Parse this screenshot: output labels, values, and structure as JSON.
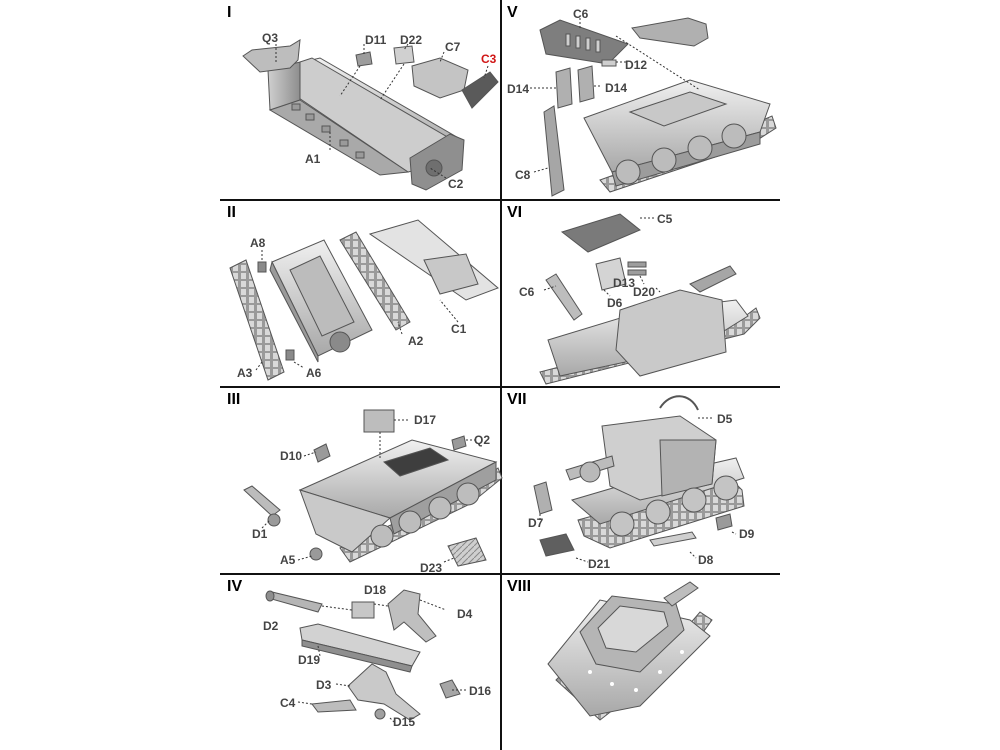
{
  "steps": [
    {
      "numeral": "I",
      "labels": [
        {
          "id": "q3",
          "text": "Q3"
        },
        {
          "id": "d11",
          "text": "D11"
        },
        {
          "id": "d22",
          "text": "D22"
        },
        {
          "id": "c7",
          "text": "C7"
        },
        {
          "id": "c3",
          "text": "C3",
          "highlight": true
        },
        {
          "id": "a1",
          "text": "A1"
        },
        {
          "id": "c2",
          "text": "C2"
        }
      ]
    },
    {
      "numeral": "II",
      "labels": [
        {
          "id": "a8",
          "text": "A8"
        },
        {
          "id": "a2",
          "text": "A2"
        },
        {
          "id": "c1",
          "text": "C1"
        },
        {
          "id": "a3",
          "text": "A3"
        },
        {
          "id": "a6",
          "text": "A6"
        }
      ]
    },
    {
      "numeral": "III",
      "labels": [
        {
          "id": "d17",
          "text": "D17"
        },
        {
          "id": "q2",
          "text": "Q2"
        },
        {
          "id": "d10",
          "text": "D10"
        },
        {
          "id": "d1",
          "text": "D1"
        },
        {
          "id": "a5",
          "text": "A5"
        },
        {
          "id": "d23",
          "text": "D23"
        }
      ]
    },
    {
      "numeral": "IV",
      "labels": [
        {
          "id": "d18",
          "text": "D18"
        },
        {
          "id": "d2",
          "text": "D2"
        },
        {
          "id": "d4",
          "text": "D4"
        },
        {
          "id": "d19",
          "text": "D19"
        },
        {
          "id": "d3",
          "text": "D3"
        },
        {
          "id": "d16",
          "text": "D16"
        },
        {
          "id": "c4",
          "text": "C4"
        },
        {
          "id": "d15",
          "text": "D15"
        }
      ]
    },
    {
      "numeral": "V",
      "labels": [
        {
          "id": "c6",
          "text": "C6"
        },
        {
          "id": "d12",
          "text": "D12"
        },
        {
          "id": "d14a",
          "text": "D14"
        },
        {
          "id": "d14b",
          "text": "D14"
        },
        {
          "id": "c8",
          "text": "C8"
        }
      ]
    },
    {
      "numeral": "VI",
      "labels": [
        {
          "id": "c5",
          "text": "C5"
        },
        {
          "id": "d13",
          "text": "D13"
        },
        {
          "id": "c6",
          "text": "C6"
        },
        {
          "id": "d20",
          "text": "D20"
        },
        {
          "id": "d6",
          "text": "D6"
        }
      ]
    },
    {
      "numeral": "VII",
      "labels": [
        {
          "id": "d5",
          "text": "D5"
        },
        {
          "id": "d7",
          "text": "D7"
        },
        {
          "id": "d9",
          "text": "D9"
        },
        {
          "id": "d8",
          "text": "D8"
        },
        {
          "id": "d21",
          "text": "D21"
        }
      ]
    },
    {
      "numeral": "VIII",
      "labels": []
    }
  ],
  "colors": {
    "ink": "#000000",
    "label": "#444444",
    "highlight": "#d01616",
    "part_light": "#e2e2e2",
    "part_mid": "#bdbdbd",
    "part_dark": "#7a7a7a"
  }
}
